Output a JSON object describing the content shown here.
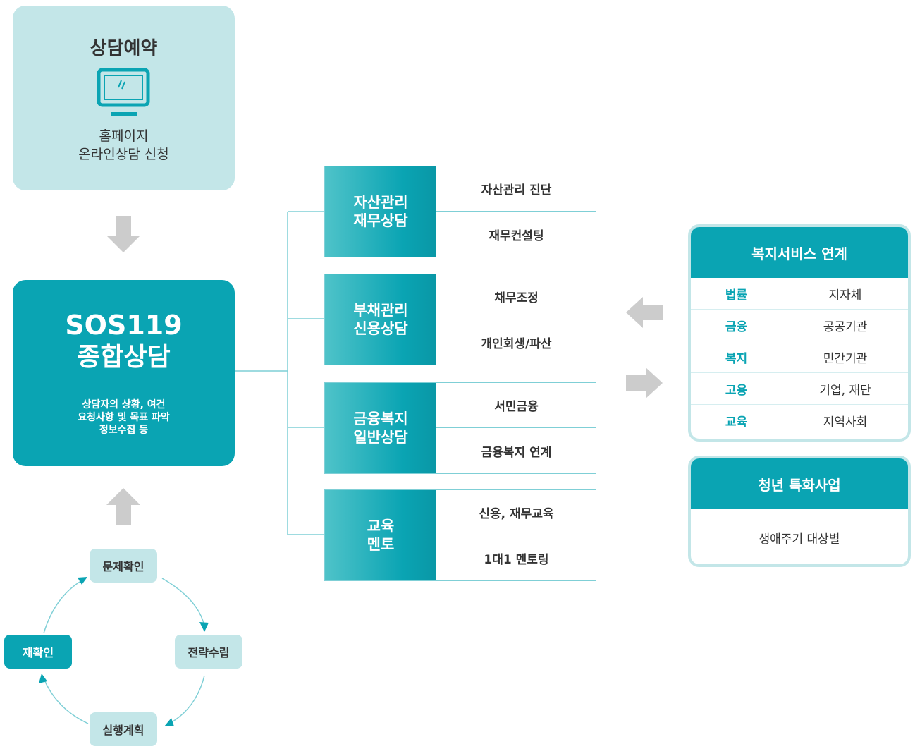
{
  "reservation": {
    "title": "상담예약",
    "desc_line1": "홈페이지",
    "desc_line2": "온라인상담 신청"
  },
  "center": {
    "title_line1": "SOS119",
    "title_line2": "종합상담",
    "desc_line1": "상담자의 상황, 여건",
    "desc_line2": "요청사항 및 목표 파악",
    "desc_line3": "정보수집 등"
  },
  "categories": [
    {
      "label_line1": "자산관리",
      "label_line2": "재무상담",
      "sub1": "자산관리 진단",
      "sub2": "재무컨설팅"
    },
    {
      "label_line1": "부채관리",
      "label_line2": "신용상담",
      "sub1": "채무조정",
      "sub2": "개인회생/파산"
    },
    {
      "label_line1": "금융복지",
      "label_line2": "일반상담",
      "sub1": "서민금융",
      "sub2": "금융복지 연계"
    },
    {
      "label_line1": "교육",
      "label_line2": "멘토",
      "sub1": "신용, 재무교육",
      "sub2": "1대1 멘토링"
    }
  ],
  "welfare": {
    "title": "복지서비스 연계",
    "rows": [
      {
        "left": "법률",
        "right": "지자체"
      },
      {
        "left": "금융",
        "right": "공공기관"
      },
      {
        "left": "복지",
        "right": "민간기관"
      },
      {
        "left": "고용",
        "right": "기업, 재단"
      },
      {
        "left": "교육",
        "right": "지역사회"
      }
    ]
  },
  "youth": {
    "title": "청년 특화사업",
    "body": "생애주기 대상별"
  },
  "cycle": {
    "top": "문제확인",
    "right": "전략수립",
    "bottom": "실행계획",
    "left": "재확인"
  },
  "colors": {
    "teal": "#0aa4b3",
    "light_teal": "#c3e6e8",
    "arrow_gray": "#cccccc"
  }
}
